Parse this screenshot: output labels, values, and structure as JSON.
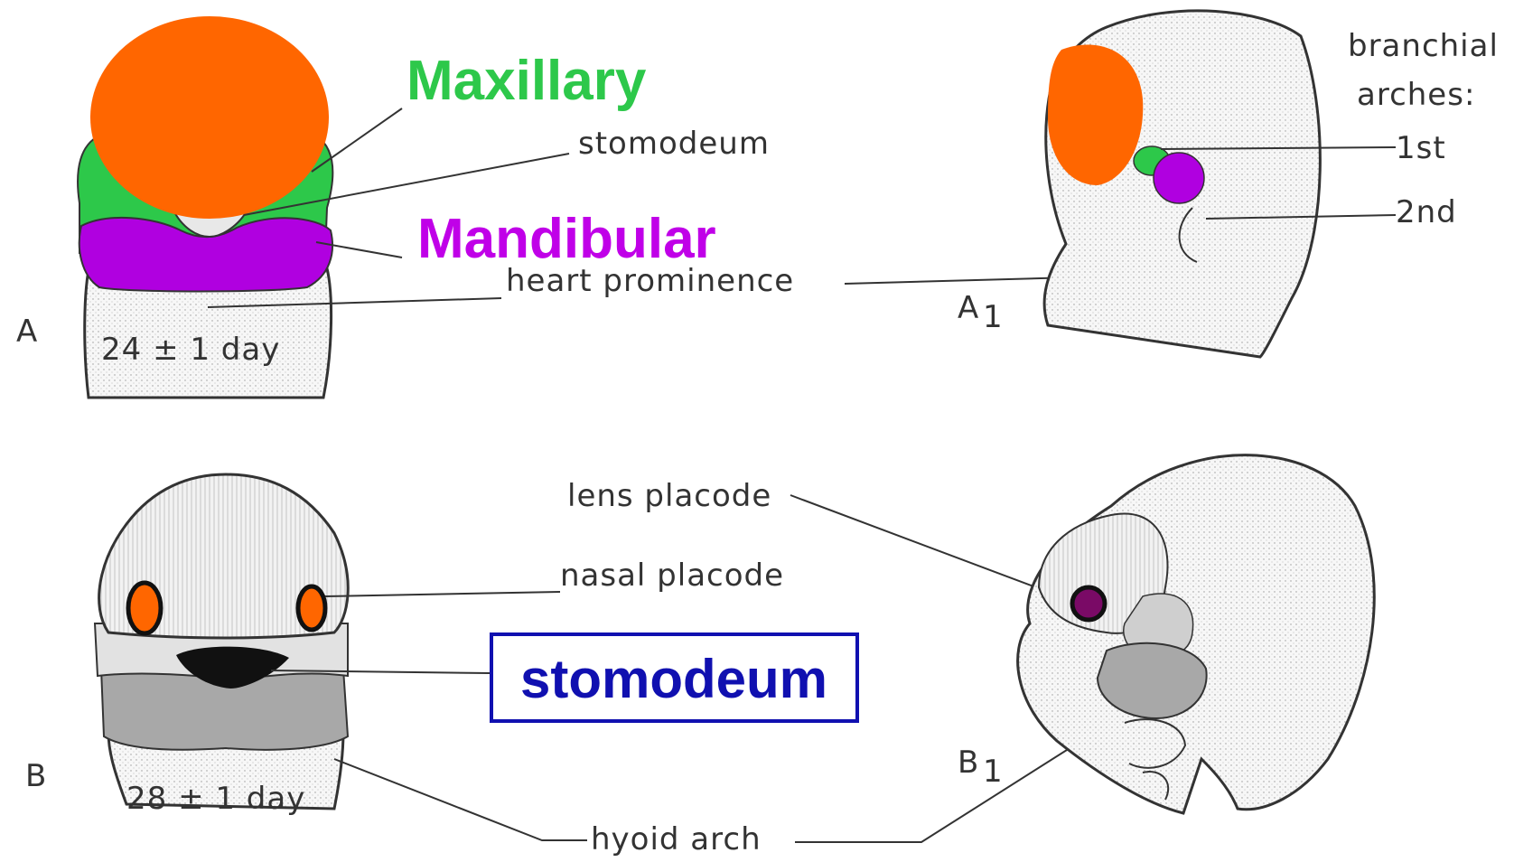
{
  "labels": {
    "maxillary": "Maxillary",
    "mandibular": "Mandibular",
    "stomodeum_small": "stomodeum",
    "heart_prominence": "heart prominence",
    "branchial_line1": "branchial",
    "branchial_line2": "arches:",
    "arch_1st": "1st",
    "arch_2nd": "2nd",
    "lens_placode": "lens placode",
    "nasal_placode": "nasal placode",
    "stomodeum_boxed": "stomodeum",
    "hyoid_arch": "hyoid arch",
    "panel_A": "A",
    "panel_A1": "A",
    "panel_A1_sub": "1",
    "panel_B": "B",
    "panel_B1": "B",
    "panel_B1_sub": "1",
    "age_A": "24 ± 1 day",
    "age_B": "28 ± 1 day"
  },
  "colors": {
    "maxillary": "#2dc84a",
    "mandibular": "#b000e0",
    "frontal_orange": "#ff6600",
    "stomodeum_box": "#1010b0",
    "embryo_fill": "#f4f4f4",
    "outline": "#333333",
    "gray_arch": "#a8a8a8"
  }
}
